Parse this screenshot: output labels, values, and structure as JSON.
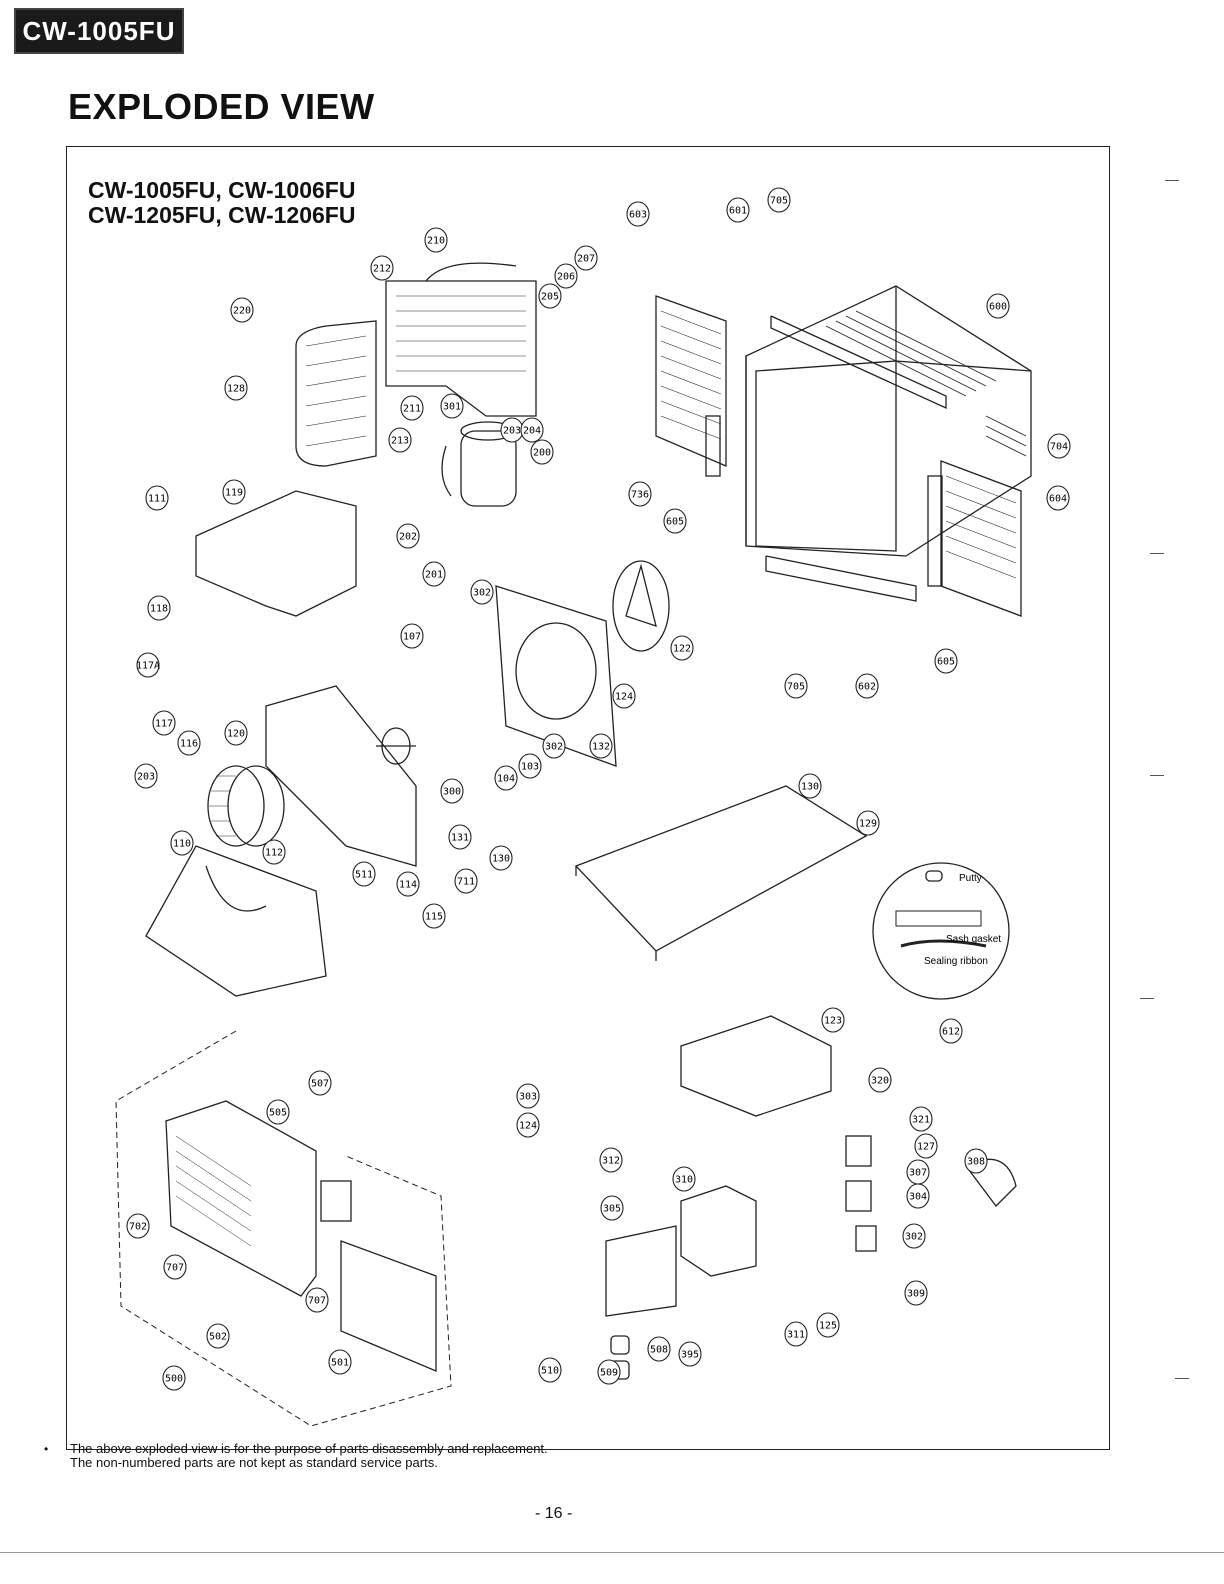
{
  "header": {
    "model_tag": "CW-1005FU",
    "title": "EXPLODED VIEW"
  },
  "diagram": {
    "models_line1": "CW-1005FU, CW-1006FU",
    "models_line2": "CW-1205FU, CW-1206FU",
    "callouts": [
      "603",
      "601",
      "705",
      "600",
      "704",
      "604",
      "605",
      "736",
      "605",
      "602",
      "705",
      "210",
      "212",
      "207",
      "206",
      "205",
      "220",
      "128",
      "211",
      "301",
      "203",
      "204",
      "213",
      "200",
      "202",
      "201",
      "119",
      "111",
      "118",
      "117A",
      "117",
      "116",
      "120",
      "203",
      "107",
      "302",
      "122",
      "124",
      "132",
      "302",
      "103",
      "104",
      "300",
      "131",
      "110",
      "112",
      "511",
      "114",
      "115",
      "130",
      "129",
      "130",
      "711",
      "123",
      "612",
      "303",
      "124",
      "320",
      "312",
      "321",
      "127",
      "310",
      "307",
      "308",
      "305",
      "304",
      "302",
      "309",
      "311",
      "125",
      "510",
      "509",
      "508",
      "395",
      "507",
      "505",
      "702",
      "707",
      "502",
      "707",
      "500",
      "501"
    ],
    "kit_labels": {
      "putty": "Putty",
      "sash_gasket": "Sash gasket",
      "sealing_ribbon": "Sealing ribbon"
    }
  },
  "notes": {
    "bullet": "•",
    "line1": "The above exploded view is for the purpose of parts disassembly and replacement.",
    "line2": "The non-numbered parts are not kept as standard service parts."
  },
  "footer": {
    "page_number": "- 16 -"
  }
}
